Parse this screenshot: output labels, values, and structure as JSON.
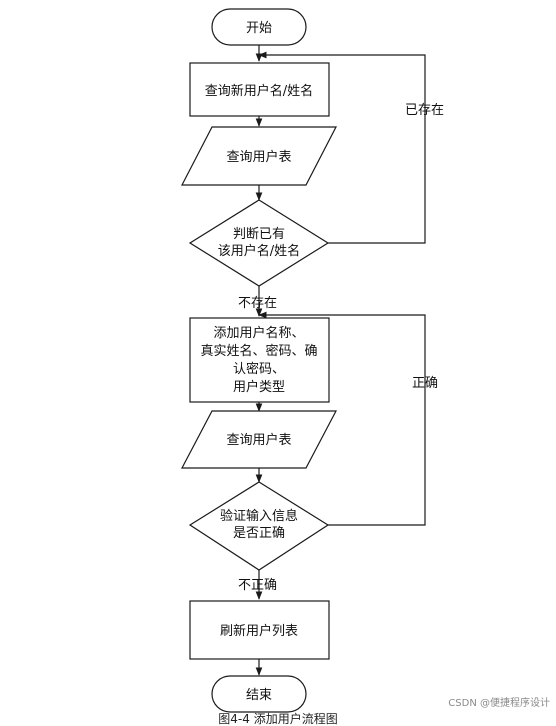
{
  "flowchart": {
    "nodes": {
      "start": "开始",
      "query_name": "查询新用户名/姓名",
      "query_table_1": "查询用户表",
      "decision_exists": [
        "判断已有",
        "该用户名/姓名"
      ],
      "add_fields": [
        "添加用户名称、",
        "真实姓名、密码、确",
        "认密码、",
        "用户类型"
      ],
      "query_table_2": "查询用户表",
      "decision_valid": [
        "验证输入信息",
        "是否正确"
      ],
      "refresh": "刷新用户列表",
      "end": "结束"
    },
    "edges": {
      "exists": "已存在",
      "not_exists": "不存在",
      "correct": "正确",
      "incorrect": "不正确"
    },
    "caption": "图4-4 添加用户流程图"
  },
  "watermark": "CSDN @便捷程序设计",
  "colors": {
    "stroke": "#1a1a1a",
    "fill": "#ffffff",
    "text": "#111111"
  }
}
